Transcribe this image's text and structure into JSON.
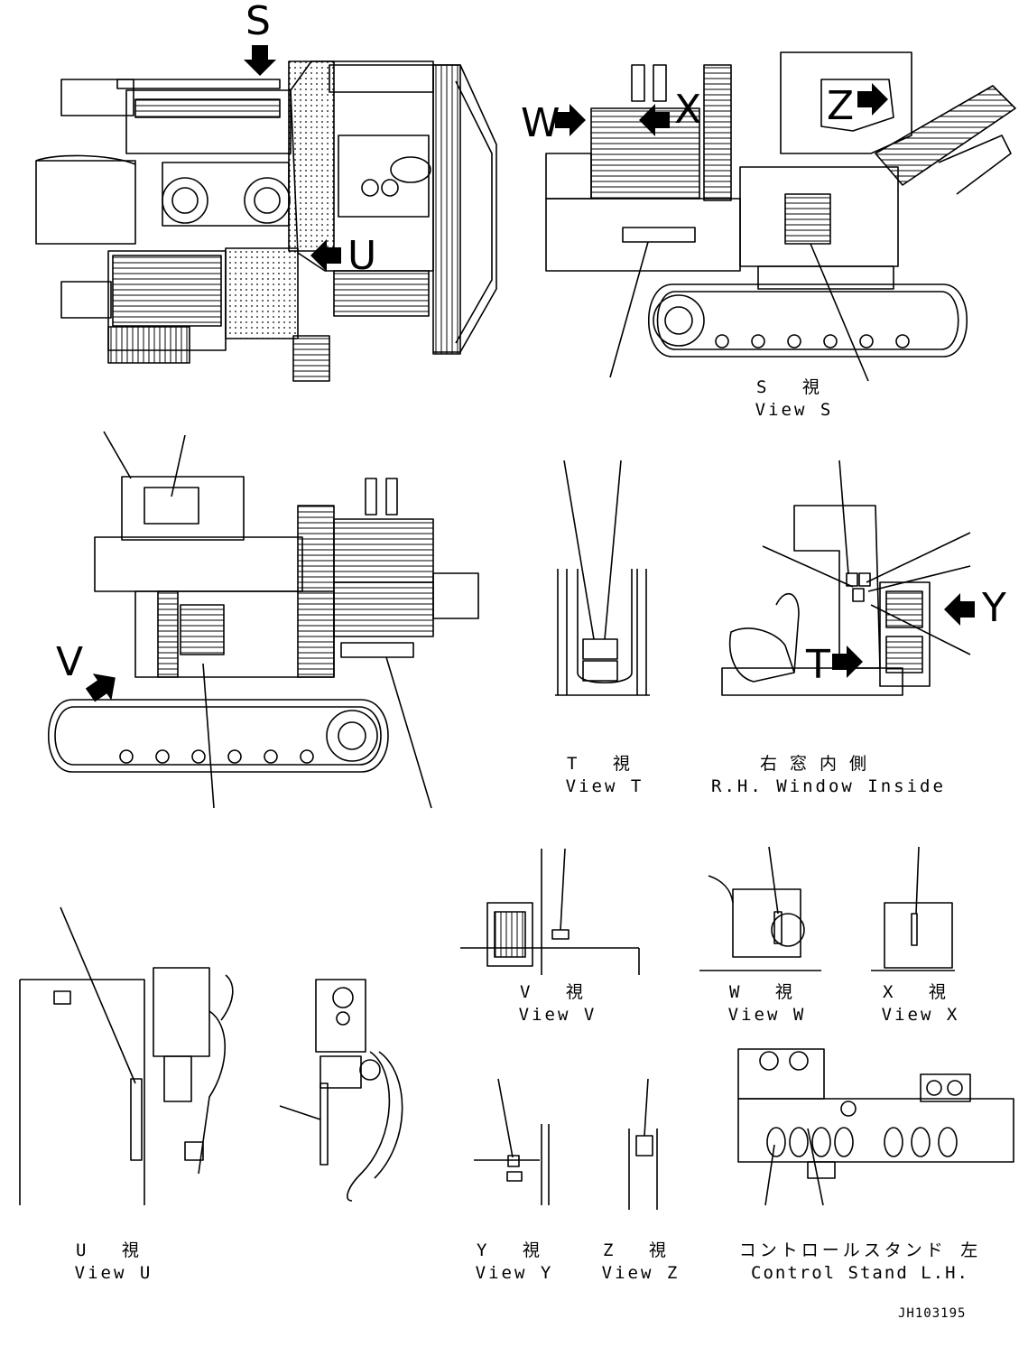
{
  "view_letters": {
    "s": "S",
    "u": "U",
    "w": "W",
    "x": "X",
    "z": "Z",
    "v": "V",
    "t": "T",
    "y": "Y"
  },
  "captions": {
    "view_s": {
      "jp": "S 視",
      "en": "View S"
    },
    "view_t": {
      "jp": "T 視",
      "en": "View T"
    },
    "rh_window": {
      "jp": "右窓内側",
      "en": "R.H. Window Inside"
    },
    "view_v": {
      "jp": "V 視",
      "en": "View V"
    },
    "view_w": {
      "jp": "W 視",
      "en": "View W"
    },
    "view_x": {
      "jp": "X 視",
      "en": "View X"
    },
    "view_u": {
      "jp": "U 視",
      "en": "View U"
    },
    "view_y": {
      "jp": "Y 視",
      "en": "View Y"
    },
    "view_z": {
      "jp": "Z 視",
      "en": "View Z"
    },
    "control_stand": {
      "jp": "コントロールスタンド 左",
      "en": "Control Stand L.H."
    }
  },
  "drawing_code": "JH103195",
  "colors": {
    "line": "#000000",
    "background": "#ffffff"
  }
}
